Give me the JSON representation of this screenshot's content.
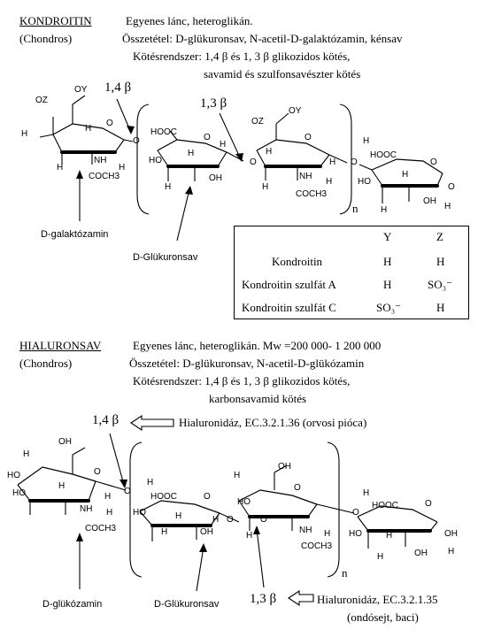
{
  "kondroitin": {
    "title": "KONDROITIN",
    "source": "(Chondros)",
    "line1": "Egyenes lánc, heteroglikán.",
    "line2": "Összetétel: D-glükuronsav, N-acetil-D-galaktózamin, kénsav",
    "line3": "Kötésrendszer: 1,4 β és 1, 3 β glikozidos kötés,",
    "line4": "savamid és szulfonsavészter kötés",
    "bond1": "1,4 β",
    "bond2": "1,3 β",
    "label_galaktozamin": "D-galaktózamin",
    "label_glukuronsav": "D-Glükuronsav",
    "n": "n"
  },
  "table": {
    "headers": [
      "",
      "Y",
      "Z"
    ],
    "rows": [
      [
        "Kondroitin",
        "H",
        "H"
      ],
      [
        "Kondroitin szulfát A",
        "H",
        "SO₃⁻"
      ],
      [
        "Kondroitin szulfát C",
        "SO₃⁻",
        "H"
      ]
    ]
  },
  "hialuronsav": {
    "title": "HIALURONSAV",
    "source": "(Chondros)",
    "line1": "Egyenes lánc, heteroglikán. Mw =200 000- 1 200 000",
    "line2": "Összetétel: D-glükuronsav, N-acetil-D-glükózamin",
    "line3": "Kötésrendszer: 1,4 β és 1, 3 β glikozidos kötés,",
    "line4": "karbonsavamid kötés",
    "bond1": "1,4 β",
    "bond1_enzyme": "Hialuronidáz, EC.3.2.1.36 (orvosi pióca)",
    "bond2": "1,3 β",
    "bond2_enzyme": "Hialuronidáz, EC.3.2.1.35",
    "bond2_enzyme_source": "(ondósejt, baci)",
    "label_glukozamin": "D-glükózamin",
    "label_glukuronsav": "D-Glükuronsav",
    "n": "n"
  },
  "atoms": {
    "OZ": "OZ",
    "OY": "OY",
    "H": "H",
    "O": "O",
    "OH": "OH",
    "HO": "HO",
    "HOOC": "HOOC",
    "NH": "NH",
    "COCH3": "COCH3"
  }
}
